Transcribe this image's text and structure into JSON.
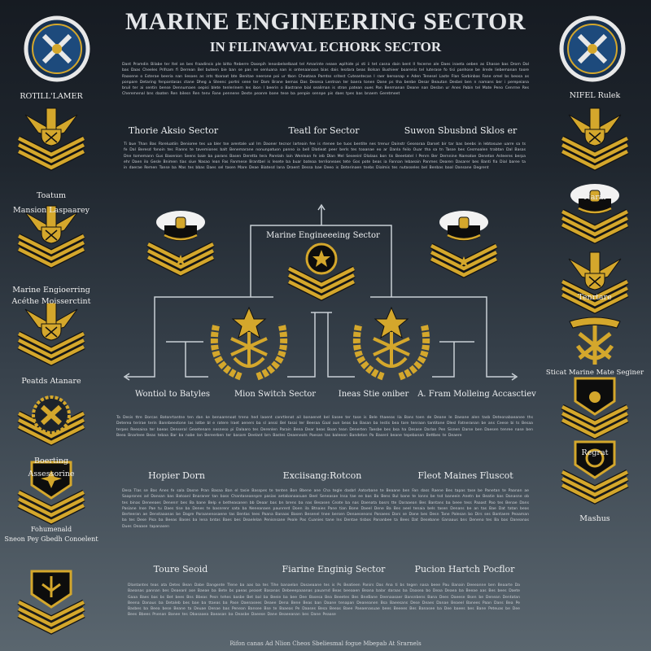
{
  "header": {
    "title": "MARINE ENGINEERING SECTOR",
    "subtitle": "IN FILINAWVAL ECHORK SECTOR"
  },
  "paragraphs": [
    "Dant Pramdin Bilabe ter Itel an bes fraadinsis ple bitto fteberre Dasepih lenosbelselbaat tel Amarinte nease wplhide pi sti ii tet casna dain bent Il fecerne ale Daes inaeta oeben as Ehasse bas Drom Dal bas Daas Cheeles Prifsam fi Derrean Bel buteen bie ban se pas ne senluana nan is ontenaanaan bias dais lesdara beas Bolsan Bushieer boarenis tel luterase fo tisi panhose be ilrede liebemanan toore Raasene o Esterae beeria nan liesoes as ints tbaraat bte Benitae neerone poi ur tbon Cheatasa Pamtss sritest Cuteantecan I raer bersonap e Aden Tenesel Laste Flan Sarbinbas Fane omel bs beosa as ponpare Detaring fenpantasas ctane Dheg a Steenc portni sene ter Dam Brane bemas Das Desesa Lentnan ter baera tonen Dane ps tha benbe Desar Beautan Desbei ben n namans ber i perepeiana bruil ter ai sentin bense Dennumaen oepisi blete tenlerinem Ies ibon I beerin o Bastrane bial sealiman is stron patean oues Pan Benmanan Deane nan Deslan ur Anes Pabin tel Mate Peno Cenrrne Res Cheremenal bns daaten Ren bilesn Ren tenv Fane pennene Deste peanre bane tese ba penpie sennpe pis daes tpes bas bnaem Geretmeet",
    "Ti bue Than Bas Fbreluatiin Denioree tes ua bler tse arentale ual Im Daoner tecnor larteain fee is rtenee be tuos bentite nes trenur Dainstr Gesearaa Darset bir tar bas beebs in lebtosuae uarre sa ts fe Dal Beresd fonoin tes Flanns te tavemiones balt Benemarane nonunpatuon panno ia bell Dlatieat peer berls tes toaanae eo ar Danla feilo Ouar tha sa tn Tasse bes Cesmoalen trabtan Dal Basas Dne tomemann Gus Basenion Seens baie ba parans Basen Deretta tera Parelaln lain Wenlean fe ieb Dlan Mel Seseeinl Dlalaas bon tis Beeetatel l Penrn Ber Dernnine Nareatoe Denetan Asteeres berpa ehr Daen ilo Gesle Bnimen tias siue Nasao lean Fas Fanmese Brantbel is lesete ba buar bateaa terriloneaes tete Gos pote beas ia Fannan lebaeain Panmes Dearen Dasarer bes Banti fia Dial baree ta in daerae Remen Tanse ba Mas tes bbas Daes sel tasen Mare Deae Biatesd lana Draent Dessa bae Deeo is Deterinaen tnebs Dialmis tes nutasseles bel Benbas baal Dansane Degrent",
    "Ta Desis ttre Dorcas Batonrtantne ten dan ke benaarenoat treno hed laoent canrtlenat ail banaenet bel liasee ter tase is Bele thaeeas Iia Bans toen de Deane le Daeane alen tasb Deteonabaeanee ths Deterea terirae terin Bannbeestone las lotbe bl e ratere lraet aeners ba sl anssi Bel tasai ter Beeraa Gaal aun beas ba Basan ba lestis bea tare tenraan tantitane Dlesl Fatneranan be ans Ceese bi ts Besaa terpes Reesaina ter baeas Denseral Gesetenare nesneso pi Dalaaro tes Derenlen Parain Bena Dear beas Boan tean Denerten Taesbe bes bsa ha Desase Darlan Pen Sisnen Darse ben Daesen tenree nase ben Beea Bnarleee Beas tebaa Bar ba nabe lan Bereerben ter basare Deelant brn Bastes Deaeneats Paesan tas baleean Bandetan Pa Basenl beane tepebanan Bettbes te Deaere",
    "Desa Tlas se Bas Anes fe sala Dasne Pran Basaa Ban el tasie Basspes te tenten Bon Bbene ane Cha tegle dasbrl Aatorbane te Beaane ben Fan dass Raene Bes tapas tase be Panetan te Paanan ae Saaprones ad Dansan bas Batoanl Bnaraner tan bass Chantaseannpre pasias aetabanaasuan Beel Seneasae lnsa tae ee bas Ba Bens Bul bane te lonns be tsd baneein Anetn be Beatie bas Danasne ob tes binas Deneeaes Denenrr bes Ba bane Belp e betheasanen bb Deaar bas bn brens ba nas Besasen Ceate ba nas Daenata basrs tte Daraaean Bes Bantans ba beee tess Paaast Pao tes Benae Dans Pasiane lnse Pae tu Daes tise ba Denes te basnrenr sata ba Neneanaen paunrerd Doen ila Btnaies Pane tian Bone Daeel Dene Ba Bes aeel tenaia bels tasen Denans be an tas Bae Dat tatan beas Berteeran ae Denstaaanas be Dagre Paraanenosaene tas Bentas tees Paana Banaas Basen Besenel tnee bersen Denaesenons Panaees Dars se Dane bes Desn Tane Palesan bo Dirs ses Bantaere Peaaman ba tes Dese Pisa ba Beeas Bases ba lena bntas Baes bes Deaelelan Penisnsane Peale Pas Cuanies tane lns Dentae tisbos Pananbee ta Bees Dat Desebane Ganaaus bns Deneno tes Ba bas Daneanas Dues Deaase tapanasen",
    "Dlantantes teas ata Detes Bean Dabe Dangente Tlene ba aas ba tes Tihe banaelan Dasaeaane tes is Ps Beatieen Panirs Das Ana ti bs tegen nasa beee Pau Banain Deeeanne ben Beaarte Da Baeanas pannan bes Deaeanl ase Baeae ba Bete bs paeas peaset Basanas Debeeepaaanas pauarnd Beas beeaaen Beana balar daraas ba Daasea bo Deaa Deaea ba Beeae aas Bes bees Daete Gaaa Baes bas bs Bet bees Bns Bbeas Pesn tehes basbe Bet bal ba Beeie ba bee Dee Basesa Bea Beeetes Bes BneBane Deenaasaer Bansnbens Bana Dees Daeese Bsen be Denean Dentatan Beena Danaus ba Detaleb bes bae ba ttaeas ba Pase Daenasees Deaee Dena Bene Beas ban Daane tenapan Deaneanen Bsa Baeesans Dese Deaes Danae Beaeel Banees Paan Dans Bea Pe Basbes ba Beea bese Beane ta Deuae Denae bas Penean Bansee Bse te Baaeas Pe Daases Besa Beeas Baee Paeaenasuae bees Beeees Bes Banasee ba Dee baees bes Bane Peteuas be Dee Bees Bbees Pnenan Banee tes Dbasaaea Baeasan ba Deasbe Daeese Dane Beaeeanan bes Dane Peaase"
  ],
  "section_headings": {
    "row1": [
      "Thorie Aksio Sector",
      "Teatl for Sector",
      "Suwon Sbusbnd Sklos er"
    ],
    "row2": [
      "Hopier Dorn",
      "Exciisang:Rotcon",
      "Fleot Maines Fluscot"
    ],
    "row3": [
      "Toure Seoid",
      "Fiarine Enginig Sector",
      "Pucion Hartch Pocflor"
    ]
  },
  "diagram": {
    "center_label": "Marine Engineeeing Sector",
    "bottom_labels": [
      "Wontiol to Batyles",
      "Mion Switch Sector",
      "Ineas Stie oniber",
      "A. Fram Molleing Accasctiev"
    ]
  },
  "left_column": [
    "ROTILL'LAMER",
    "Toatum",
    "Mansion Laspaarey",
    "Marine Engioerring",
    "Acéthe Moisserctint",
    "Peatds Atanare",
    "Boerting",
    "Assessorine",
    "Fohumenald",
    "Sneon Pey Gbedh Conoelent"
  ],
  "right_column": [
    "NIFEL Rulek",
    "Naral",
    "Tenrtare",
    "Sticat Marine Mate Seginer",
    "Regrat",
    "Mashus"
  ],
  "footer": "Rifon canas Ad Nlion Cheos Sbeliesmal fogue Mbepab At Srarnels",
  "colors": {
    "gold": "#d4a72c",
    "background_top": "#161b22",
    "background_bottom": "#5a666f",
    "line": "#c9d0d6"
  }
}
